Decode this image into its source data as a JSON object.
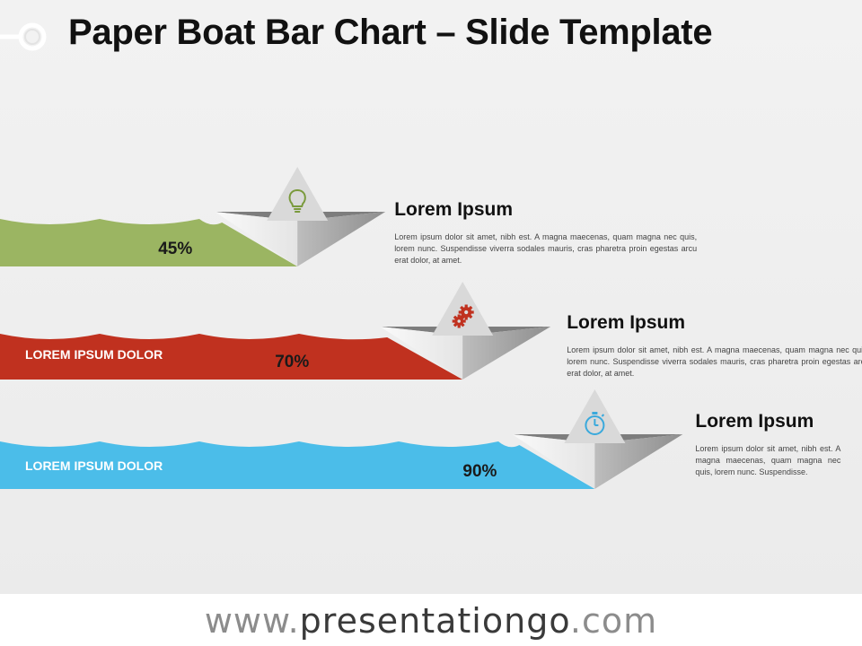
{
  "slide": {
    "title": "Paper Boat Bar Chart – Slide Template"
  },
  "chart_data": {
    "type": "bar",
    "orientation": "horizontal",
    "categories": [
      "",
      "LOREM IPSUM DOLOR",
      "LOREM IPSUM DOLOR"
    ],
    "values": [
      45,
      70,
      90
    ],
    "value_labels": [
      "45%",
      "70%",
      "90%"
    ],
    "unit": "%",
    "xlim": [
      0,
      100
    ],
    "colors": [
      "#9bb562",
      "#c0311f",
      "#4bbde9"
    ],
    "icons": [
      "lightbulb-icon",
      "gears-icon",
      "stopwatch-icon"
    ],
    "icon_colors": [
      "#7a9a3c",
      "#c0311f",
      "#3aa9dc"
    ],
    "grid": false,
    "legend": "none"
  },
  "descriptions": [
    {
      "title": "Lorem Ipsum",
      "text": "Lorem ipsum dolor sit amet, nibh est. A magna maecenas, quam magna nec quis, lorem nunc. Suspendisse viverra sodales mauris, cras pharetra proin egestas arcu erat dolor, at amet."
    },
    {
      "title": "Lorem Ipsum",
      "text": "Lorem ipsum dolor sit amet, nibh est. A magna maecenas, quam magna nec quis, lorem nunc. Suspendisse viverra sodales mauris, cras pharetra proin egestas arcu erat dolor, at amet."
    },
    {
      "title": "Lorem Ipsum",
      "text": "Lorem ipsum dolor sit amet, nibh est. A magna maecenas, quam magna nec quis, lorem nunc. Suspendisse."
    }
  ],
  "footer": {
    "prefix": "www.",
    "brand": "presentationgo",
    "suffix": ".com"
  }
}
